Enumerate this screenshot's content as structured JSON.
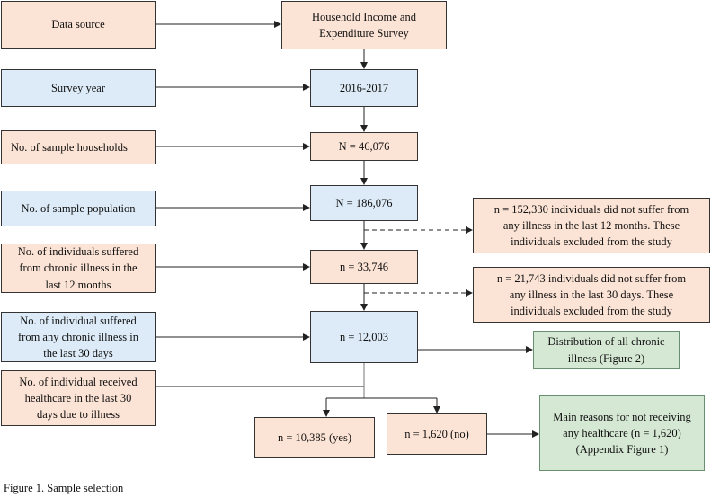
{
  "left_boxes": [
    {
      "key": "data_source",
      "text": "Data source"
    },
    {
      "key": "survey_year",
      "text": "Survey year"
    },
    {
      "key": "sample_households",
      "text": "No. of sample households"
    },
    {
      "key": "sample_population",
      "text": "No. of sample population"
    },
    {
      "key": "chronic_12m",
      "text": "No. of individuals suffered\nfrom chronic illness in the\nlast 12 months"
    },
    {
      "key": "chronic_30d",
      "text": "No. of individual suffered\nfrom any chronic illness  in\nthe last 30 days"
    },
    {
      "key": "received_care",
      "text": "No. of individual  received\nhealthcare in the last 30\ndays due to illness"
    }
  ],
  "center_boxes": [
    {
      "key": "survey",
      "text": "Household Income and\nExpenditure Survey"
    },
    {
      "key": "year",
      "text": "2016-2017"
    },
    {
      "key": "households_n",
      "text": "N = 46,076"
    },
    {
      "key": "population_n",
      "text": "N = 186,076"
    },
    {
      "key": "chronic_12m_n",
      "text": "n = 33,746"
    },
    {
      "key": "chronic_30d_n",
      "text": "n = 12,003"
    }
  ],
  "outcome_boxes": [
    {
      "key": "yes",
      "text": "n = 10,385  (yes)"
    },
    {
      "key": "no",
      "text": "n = 1,620 (no)"
    }
  ],
  "exclusion_boxes": [
    {
      "key": "excl_12m",
      "text": "n = 152,330 individuals did not suffer from\nany illness in the last 12 months. These\nindividuals excluded from the study"
    },
    {
      "key": "excl_30d",
      "text": "n = 21,743 individuals did not suffer from\nany illness in the last 30 days. These\nindividuals excluded from the study"
    }
  ],
  "result_boxes": [
    {
      "key": "distribution",
      "text": "Distribution of all chronic\nillness (Figure 2)"
    },
    {
      "key": "reasons",
      "text": "Main reasons for not receiving\nany healthcare (n = 1,620)\n(Appendix Figure 1)"
    }
  ],
  "caption": "Figure 1. Sample selection",
  "colors": {
    "peach_fill": "#fbe3d5",
    "blue_fill": "#dcebf7",
    "green_fill": "#d5e8d4",
    "stroke": "#222222"
  }
}
